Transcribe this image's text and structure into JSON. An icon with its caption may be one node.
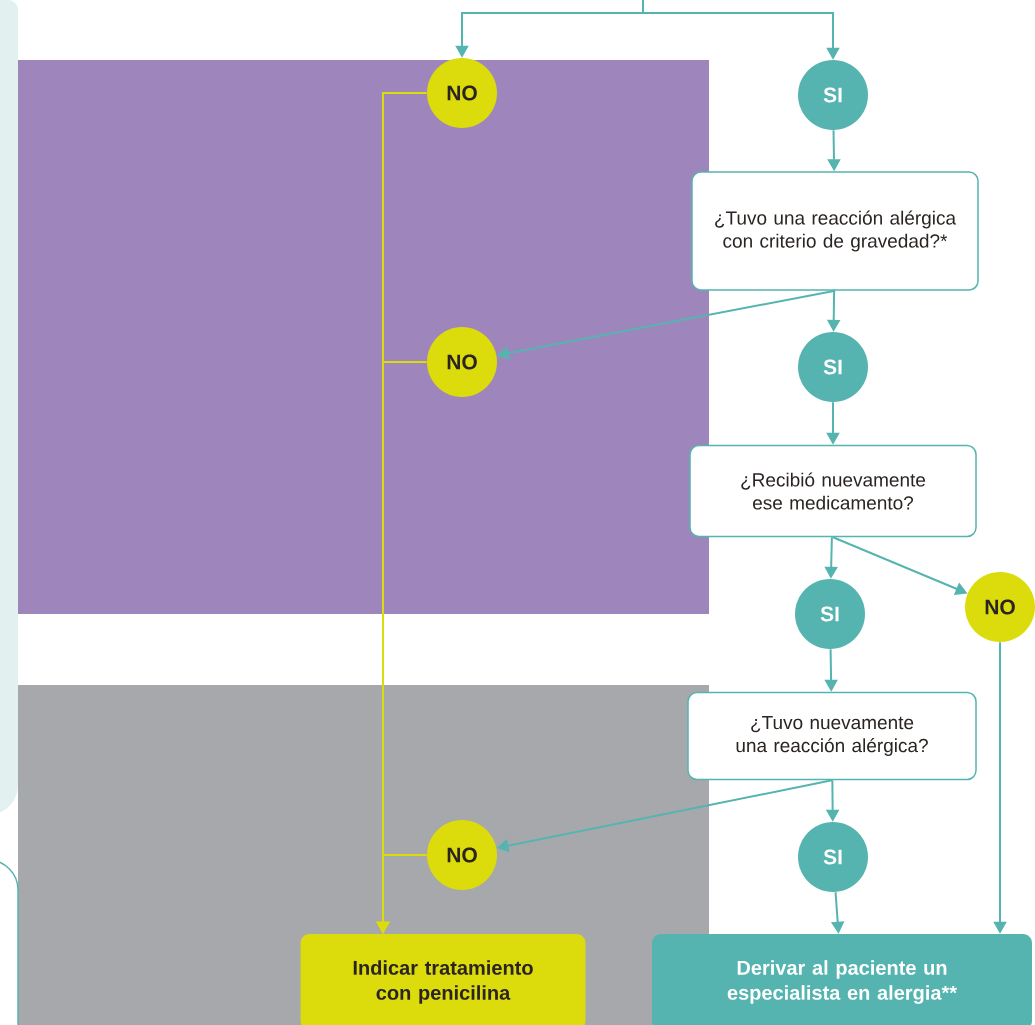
{
  "diagram": {
    "nodes": [
      {
        "text": [
          "NO"
        ]
      },
      {
        "text": [
          "SI"
        ]
      },
      {
        "text": [
          "¿Tuvo una reacción alérgica con criterio de gravedad?*"
        ]
      },
      {
        "text": [
          "NO"
        ]
      },
      {
        "text": [
          "SI"
        ]
      },
      {
        "text": [
          "¿Recibió nuevamente ese medicamento?"
        ]
      },
      {
        "text": [
          "SI"
        ]
      },
      {
        "text": [
          "NO"
        ]
      },
      {
        "text": [
          "¿Tuvo nuevamente una reacción alérgica?"
        ]
      },
      {
        "text": [
          "NO"
        ]
      },
      {
        "text": [
          "SI"
        ]
      },
      {
        "text": [
          "Indicar tratamiento con penicilina"
        ]
      },
      {
        "text": [
          "Derivar al paciente un especialista en alergia**"
        ]
      }
    ],
    "edges": [
      {
        "from": null,
        "to": 0,
        "arrow": "to"
      },
      {
        "from": null,
        "to": 1,
        "arrow": "to"
      },
      {
        "from": 1,
        "to": 2,
        "arrow": "to"
      },
      {
        "from": 2,
        "to": 3,
        "arrow": "to"
      },
      {
        "from": 2,
        "to": 4,
        "arrow": "to"
      },
      {
        "from": 4,
        "to": 5,
        "arrow": "to"
      },
      {
        "from": 5,
        "to": 6,
        "arrow": "to"
      },
      {
        "from": 5,
        "to": 7,
        "arrow": "to"
      },
      {
        "from": 6,
        "to": 8,
        "arrow": "to"
      },
      {
        "from": 8,
        "to": 9,
        "arrow": "to"
      },
      {
        "from": 8,
        "to": 10,
        "arrow": "to"
      },
      {
        "from": 10,
        "to": 12,
        "arrow": "to"
      },
      {
        "from": 7,
        "to": 12,
        "arrow": "to"
      },
      {
        "from": 0,
        "to": 11,
        "arrow": "to",
        "color": "#dcdb0c"
      },
      {
        "from": 3,
        "to": 11,
        "arrow": "to",
        "color": "#dcdb0c"
      },
      {
        "from": 9,
        "to": 11,
        "arrow": "to",
        "color": "#dcdb0c"
      }
    ]
  }
}
